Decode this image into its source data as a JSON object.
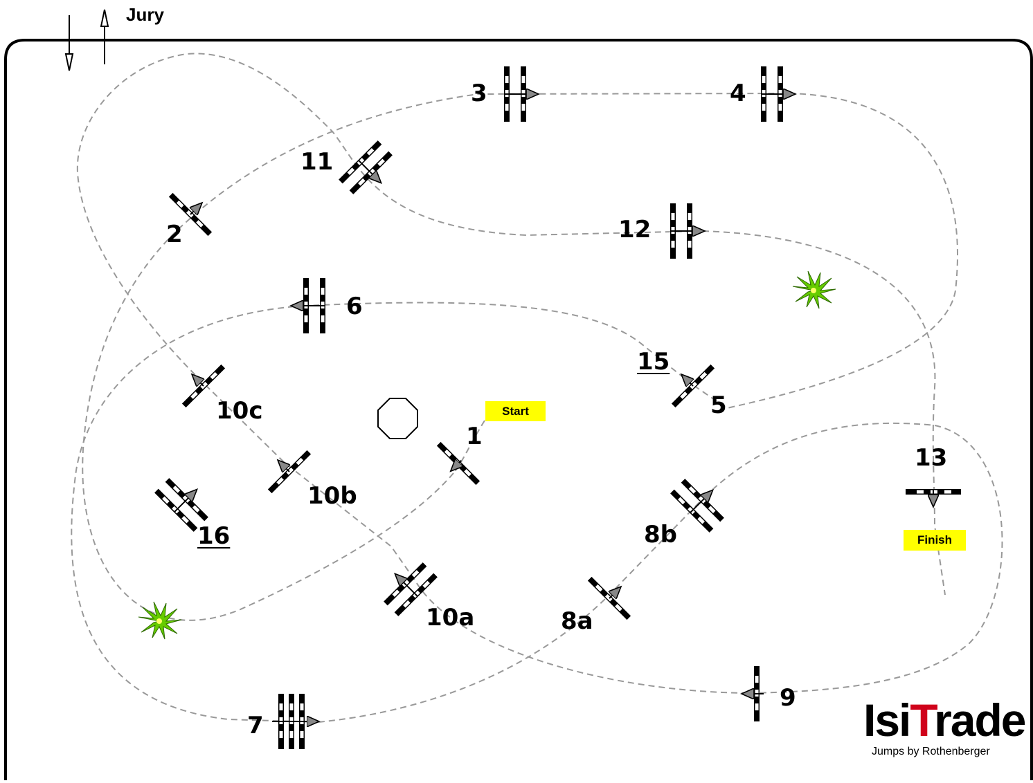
{
  "header": {
    "jury": "Jury"
  },
  "markers": {
    "start": "Start",
    "finish": "Finish"
  },
  "obstacles": [
    {
      "id": "1",
      "label": "1"
    },
    {
      "id": "2",
      "label": "2"
    },
    {
      "id": "3",
      "label": "3"
    },
    {
      "id": "4",
      "label": "4"
    },
    {
      "id": "5",
      "label": "5"
    },
    {
      "id": "6",
      "label": "6"
    },
    {
      "id": "7",
      "label": "7"
    },
    {
      "id": "8a",
      "label": "8a"
    },
    {
      "id": "8b",
      "label": "8b"
    },
    {
      "id": "9",
      "label": "9"
    },
    {
      "id": "10a",
      "label": "10a"
    },
    {
      "id": "10b",
      "label": "10b"
    },
    {
      "id": "10c",
      "label": "10c"
    },
    {
      "id": "11",
      "label": "11"
    },
    {
      "id": "12",
      "label": "12"
    },
    {
      "id": "13",
      "label": "13"
    },
    {
      "id": "15",
      "label": "15"
    },
    {
      "id": "16",
      "label": "16"
    }
  ],
  "logo": {
    "brand_prefix": "Isi",
    "brand_accent": "T",
    "brand_suffix": "rade",
    "tagline": "Jumps by Rothenberger",
    "accent_color": "#d0021b"
  },
  "colors": {
    "route": "#999999",
    "start_finish": "#ffff00",
    "plant": "#66cc00"
  }
}
